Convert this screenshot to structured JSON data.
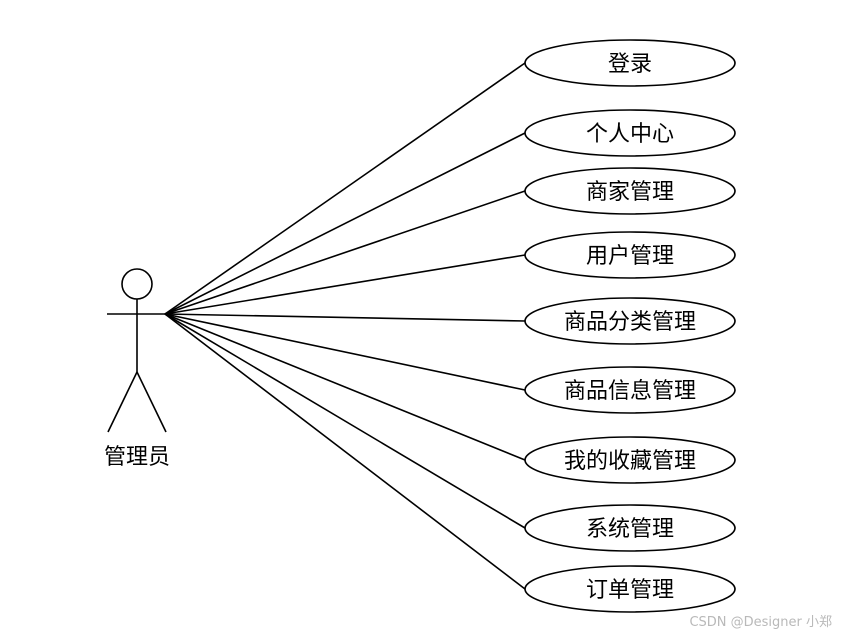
{
  "actor": {
    "name": "管理员"
  },
  "use_cases": [
    {
      "label": "登录"
    },
    {
      "label": "个人中心"
    },
    {
      "label": "商家管理"
    },
    {
      "label": "用户管理"
    },
    {
      "label": "商品分类管理"
    },
    {
      "label": "商品信息管理"
    },
    {
      "label": "我的收藏管理"
    },
    {
      "label": "系统管理"
    },
    {
      "label": "订单管理"
    }
  ],
  "watermark": "CSDN @Designer 小郑"
}
